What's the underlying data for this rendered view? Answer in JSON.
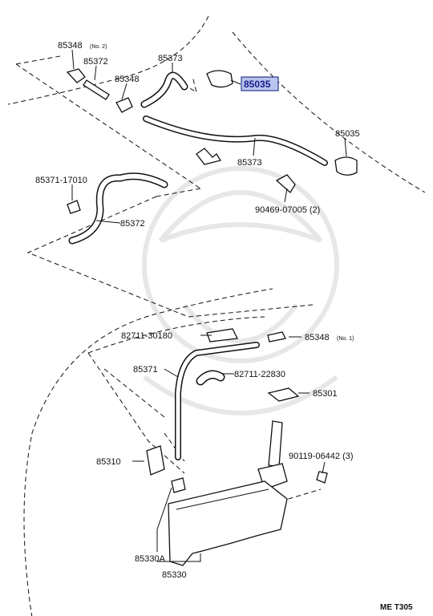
{
  "callouts": {
    "p85348_no2": "85348",
    "p85348_no2_note": "(No. 2)",
    "p85372_top": "85372",
    "p85348_mid": "85348",
    "p85373_top": "85373",
    "p85035_highlight": "85035",
    "p85035_right": "85035",
    "p85373_mid": "85373",
    "p85371_17010": "85371-17010",
    "p85372_left": "85372",
    "p90469": "90469-07005 (2)",
    "p82711_30180": "82711-30180",
    "p85348_no1": "85348",
    "p85348_no1_note": "(No. 1)",
    "p85371": "85371",
    "p82711_22830": "82711-22830",
    "p85301": "85301",
    "p85310": "85310",
    "p90119": "90119-06442 (3)",
    "p85330A": "85330A",
    "p85330": "85330"
  },
  "footer": {
    "code": "ME  T305"
  },
  "colors": {
    "highlight_fill": "#b8c4ee",
    "highlight_border": "#2a3a8c",
    "line": "#111111"
  }
}
